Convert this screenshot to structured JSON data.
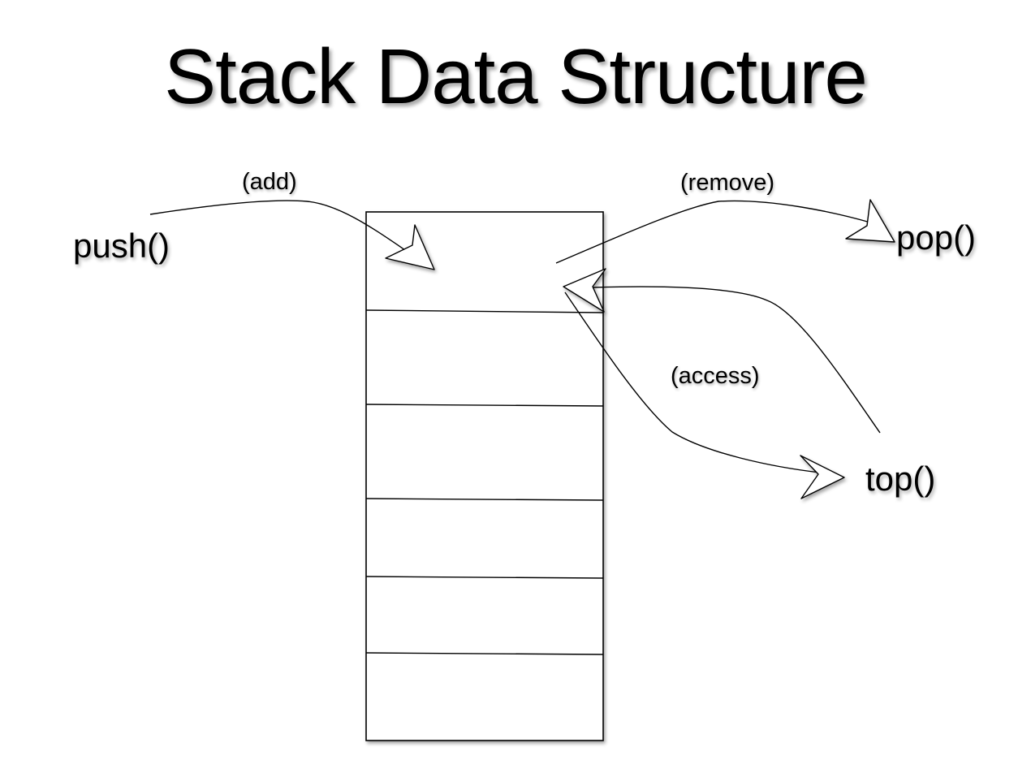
{
  "slide": {
    "title": "Stack Data Structure"
  },
  "operations": {
    "push": {
      "label": "push()",
      "note": "(add)"
    },
    "pop": {
      "label": "pop()",
      "note": "(remove)"
    },
    "top": {
      "label": "top()",
      "note": "(access)"
    }
  },
  "stack": {
    "slot_count": 6
  },
  "colors": {
    "ink": "#000000",
    "background": "#ffffff"
  }
}
